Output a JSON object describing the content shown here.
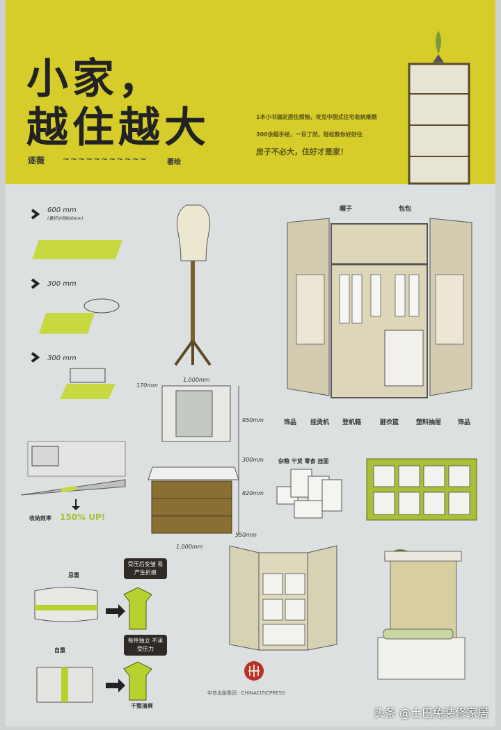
{
  "cover": {
    "title_line1": "小家，",
    "title_line2": "越住越大",
    "author": "逐薇",
    "author_suffix": "著绘",
    "tagline": [
      "1本小书搞定居住烦恼，攻克中国式住宅收纳难题",
      "300余幅手绘，一目了然，轻松教你好好住",
      "房子不必大，住好才是家！"
    ],
    "publisher": "中信出版集团 · CHINACITICPRESS",
    "colors": {
      "band": "#d6cd2b",
      "accent_green": "#b8d12e",
      "background": "#dde0e1"
    }
  },
  "illustrations": {
    "kitchen_dims": [
      "600 mm",
      "(最好达到800mm)",
      "300 mm",
      "300 mm"
    ],
    "storage_boost": "收纳效率",
    "storage_boost_value": "150% UP!",
    "wardrobe_top_labels": [
      "帽子",
      "包包"
    ],
    "wardrobe_bottom_labels": [
      "饰品",
      "挂烫机",
      "登机箱",
      "脏衣篮",
      "塑料抽屉",
      "饰品"
    ],
    "vanity_dims": [
      "1,000mm",
      "170mm",
      "950mm",
      "300mm",
      "820mm",
      "550mm",
      "1,000mm"
    ],
    "jar_labels": "杂粮 干货 零食 挂面",
    "shirt_labels": [
      "忌重",
      "自重"
    ],
    "bubble1": "受压后变皱 易产生折痕",
    "bubble2": "每件独立 不承受压力",
    "shirt_caption": "干整清爽"
  },
  "watermark": "头条 @土巴兔装修家居"
}
